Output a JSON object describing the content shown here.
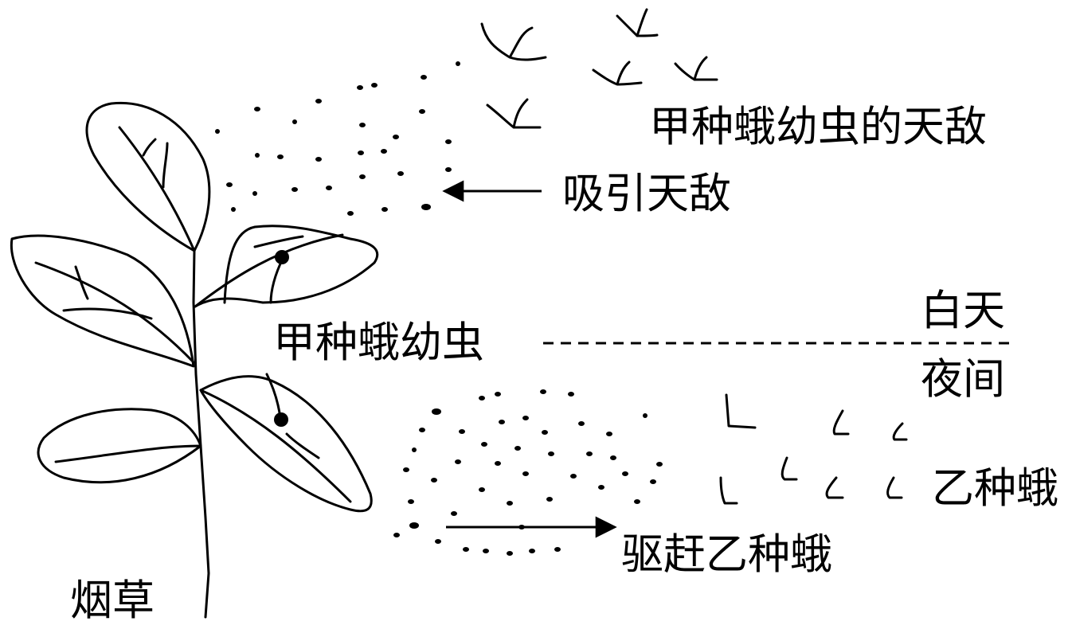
{
  "labels": {
    "enemies": "甲种蛾幼虫的天敌",
    "attract": "吸引天敌",
    "daytime": "白天",
    "larva": "甲种蛾幼虫",
    "night": "夜间",
    "moth_b": "乙种蛾",
    "repel": "驱赶乙种蛾",
    "tobacco": "烟草"
  },
  "colors": {
    "ink": "#000000",
    "paper": "#ffffff"
  }
}
